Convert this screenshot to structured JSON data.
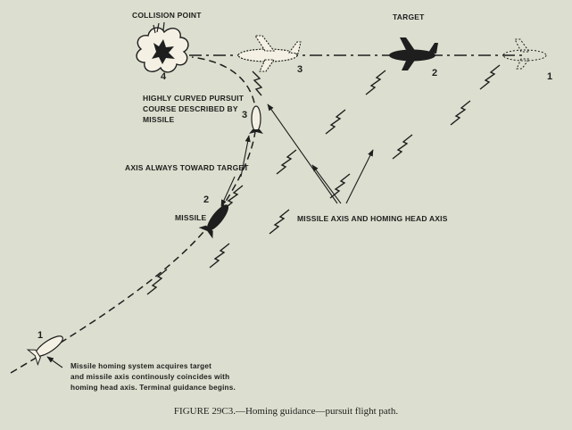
{
  "labels": {
    "collision_point": "COLLISION POINT",
    "target": "TARGET",
    "pursuit_course": [
      "HIGHLY CURVED PURSUIT",
      "COURSE DESCRIBED BY",
      "MISSILE"
    ],
    "axis_toward_target": "AXIS ALWAYS TOWARD TARGET",
    "missile": "MISSILE",
    "missile_axis": "MISSILE AXIS AND HOMING HEAD AXIS",
    "acquisition_note": [
      "Missile homing system acquires target",
      "and missile axis continously coincides with",
      "homing head axis. Terminal guidance begins."
    ]
  },
  "position_numbers": {
    "collision": "4",
    "aircraft_3": "3",
    "missile_3": "3",
    "target_2": "2",
    "missile_2": "2",
    "aircraft_1": "1",
    "missile_1": "1"
  },
  "caption": "FIGURE 29C3.—Homing guidance—pursuit flight path."
}
